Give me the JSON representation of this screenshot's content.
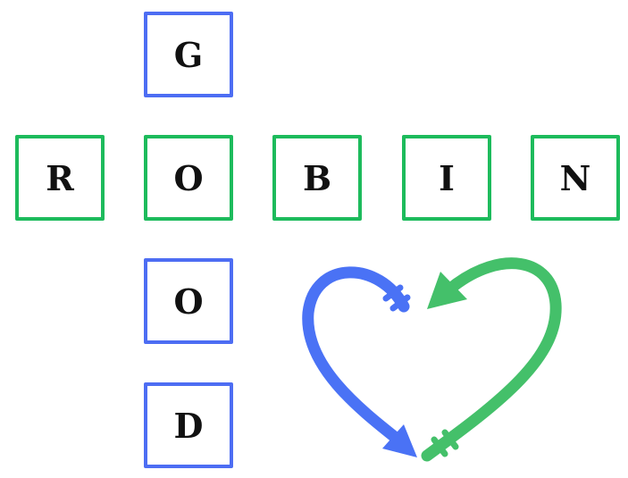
{
  "vertical_word": {
    "letters": [
      "G",
      "O",
      "O",
      "D"
    ],
    "color": "#4d6df3"
  },
  "horizontal_word": {
    "letters": [
      "R",
      "O",
      "B",
      "I",
      "N"
    ],
    "color": "#1dbb5c"
  },
  "heart_arrows": {
    "left_color": "#4a72f5",
    "right_color": "#44c06a"
  }
}
